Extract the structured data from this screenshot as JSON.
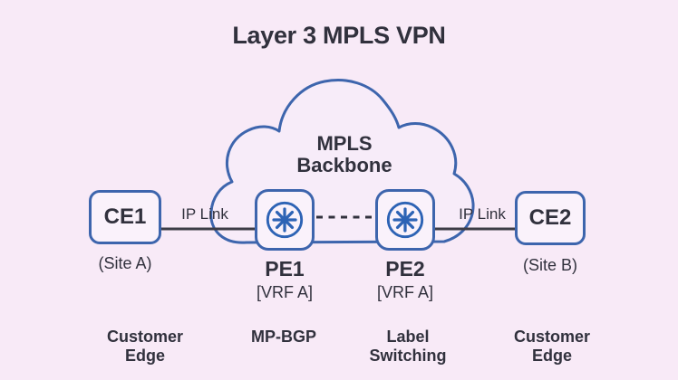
{
  "title": "Layer 3 MPLS VPN",
  "colors": {
    "bg": "#f8eaf7",
    "blue": "#3d65ad",
    "iconBlue": "#2d63b5",
    "ink": "#31313d",
    "line": "#3c3c46",
    "boxFill": "#faf2fb",
    "cloudFill": "#f7ecf9"
  },
  "cloud": {
    "label": "MPLS\nBackbone"
  },
  "nodes": {
    "ce1": {
      "name": "CE1",
      "site": "(Site A)"
    },
    "pe1": {
      "name": "PE1",
      "vrf": "[VRF A]",
      "icon": "router-icon"
    },
    "pe2": {
      "name": "PE2",
      "vrf": "[VRF A]",
      "icon": "router-icon"
    },
    "ce2": {
      "name": "CE2",
      "site": "(Site B)"
    }
  },
  "links": {
    "left_label": "IP Link",
    "right_label": "IP Link"
  },
  "roles": [
    {
      "text": "Customer\nEdge"
    },
    {
      "text": "MP-BGP"
    },
    {
      "text": "Label\nSwitching"
    },
    {
      "text": "Customer\nEdge"
    }
  ]
}
